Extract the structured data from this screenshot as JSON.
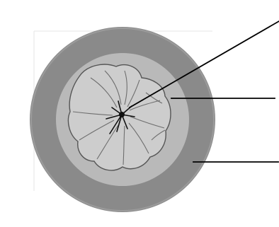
{
  "diagram": {
    "type": "cross-section",
    "colors": {
      "background": "#ffffff",
      "outer_ring": "#8a8a8a",
      "outer_ring_edge": "#9b9b9b",
      "middle_disc": "#b9b9b9",
      "inner_body": "#cdcdcd",
      "inner_outline": "#555555",
      "fold_lines": "#6e6e6e",
      "center_lines": "#111111",
      "pointer_lines": "#000000",
      "faint_frame": "#e6e6e6"
    },
    "layers": [
      {
        "id": "outer-layer",
        "label": ""
      },
      {
        "id": "middle-layer",
        "label": ""
      },
      {
        "id": "folded-core",
        "label": ""
      },
      {
        "id": "center-point",
        "label": ""
      }
    ],
    "pointers": [
      {
        "id": "pointer-center",
        "target": "center-point",
        "label": ""
      },
      {
        "id": "pointer-middle",
        "target": "middle-layer",
        "label": ""
      },
      {
        "id": "pointer-outer",
        "target": "outer-layer",
        "label": ""
      }
    ]
  }
}
